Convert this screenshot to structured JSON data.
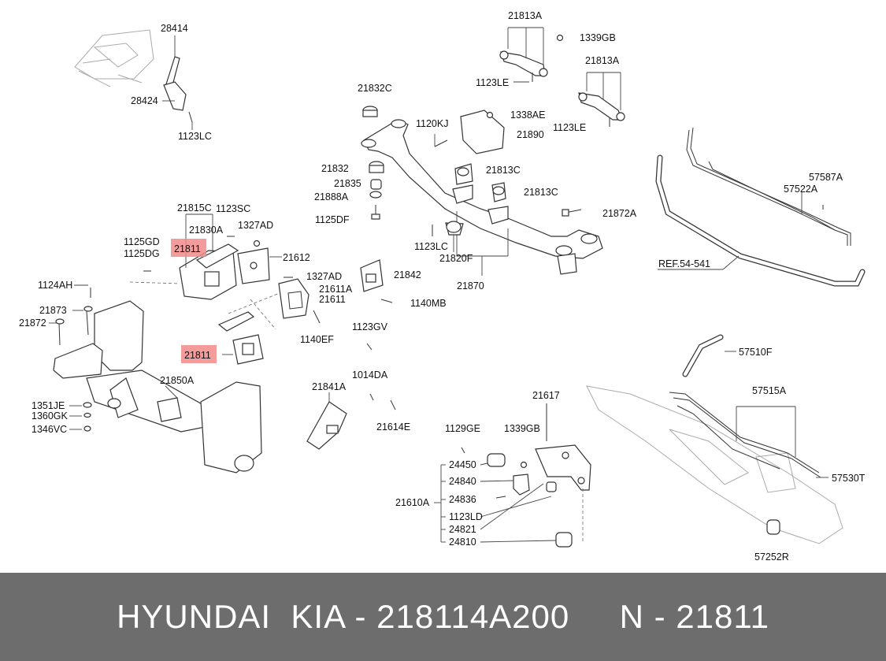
{
  "footer": {
    "text": "HYUNDAI  KIA - 218114A200     N - 21811"
  },
  "colors": {
    "footer_bg": "#6d6d6d",
    "highlight": "#f28b8b"
  },
  "labels": {
    "l28414": "28414",
    "l28424": "28424",
    "l1123LC_a": "1123LC",
    "l21813A_a": "21813A",
    "l1339GB_a": "1339GB",
    "l1123LE_a": "1123LE",
    "l21813A_b": "21813A",
    "l1123LE_b": "1123LE",
    "l21832C": "21832C",
    "l1120KJ": "1120KJ",
    "l1338AE": "1338AE",
    "l21890": "21890",
    "l21832": "21832",
    "l21813C_a": "21813C",
    "l21835": "21835",
    "l21888A": "21888A",
    "l21813C_b": "21813C",
    "l1125DF": "1125DF",
    "l21872A": "21872A",
    "l21815C": "21815C",
    "l1123SC": "1123SC",
    "l21830A": "21830A",
    "l1327AD_a": "1327AD",
    "l1125GD": "1125GD",
    "l1125DG": "1125DG",
    "l21811_a": "21811",
    "l21612": "21612",
    "l1123LC_b": "1123LC",
    "l21820F": "21820F",
    "l1327AD_b": "1327AD",
    "l21842": "21842",
    "l21870": "21870",
    "l1124AH": "1124AH",
    "l21611A": "21611A",
    "l21611": "21611",
    "l1140MB": "1140MB",
    "l21873": "21873",
    "l21872": "21872",
    "l1140EF": "1140EF",
    "l1123GV": "1123GV",
    "l21811_b": "21811",
    "l57587A": "57587A",
    "l57522A": "57522A",
    "lREF": "REF.54-541",
    "l57510F": "57510F",
    "l1014DA": "1014DA",
    "l21850A": "21850A",
    "l21841A": "21841A",
    "l21617": "21617",
    "l57515A": "57515A",
    "l1351JE": "1351JE",
    "l1360GK": "1360GK",
    "l1346VC": "1346VC",
    "l21614E": "21614E",
    "l1129GE": "1129GE",
    "l1339GB_b": "1339GB",
    "l24450": "24450",
    "l24840": "24840",
    "l21610A": "21610A",
    "l24836": "24836",
    "l1123LD": "1123LD",
    "l24821": "24821",
    "l24810": "24810",
    "l57530T": "57530T",
    "l57252R": "57252R"
  }
}
